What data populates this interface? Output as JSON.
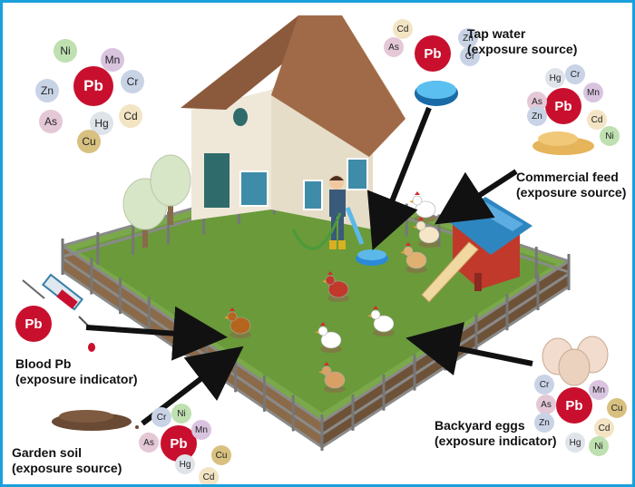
{
  "labels": {
    "tap_water": [
      "Tap water",
      "(exposure source)"
    ],
    "commercial_feed": [
      "Commercial feed",
      "(exposure source)"
    ],
    "blood_pb": [
      "Blood Pb",
      "(exposure indicator)"
    ],
    "garden_soil": [
      "Garden soil",
      "(exposure source)"
    ],
    "backyard_eggs": [
      "Backyard eggs",
      "(exposure indicator)"
    ]
  },
  "element_clusters": {
    "top_left": [
      "Ni",
      "Mn",
      "Zn",
      "Pb",
      "Cr",
      "As",
      "Hg",
      "Cd",
      "Cu"
    ],
    "tap_water": [
      "Cd",
      "As",
      "Pb",
      "Zn",
      "Cr"
    ],
    "commercial_feed": [
      "Cr",
      "Hg",
      "As",
      "Pb",
      "Mn",
      "Zn",
      "Cd",
      "Ni"
    ],
    "blood": [
      "Pb"
    ],
    "garden_soil": [
      "Cr",
      "Ni",
      "As",
      "Pb",
      "Mn",
      "Hg",
      "Cu",
      "Cd"
    ],
    "backyard_eggs": [
      "Cr",
      "Mn",
      "As",
      "Pb",
      "Cu",
      "Zn",
      "Cd",
      "Hg",
      "Ni"
    ]
  },
  "colors": {
    "border": "#1aa0dc",
    "pb": "#c8102e",
    "grass": "#6a9a3a",
    "roof": "#8b5a3c",
    "coop": "#c0392b",
    "coop_roof": "#2e86c1",
    "arrow": "#111111",
    "element_tints": {
      "Ni": "#bfe0b0",
      "Mn": "#d9c4e0",
      "Zn": "#c9d3e6",
      "Cr": "#c9d3e6",
      "As": "#e4c8d6",
      "Hg": "#dfe4ea",
      "Cd": "#f3e4c4",
      "Cu": "#d8c080"
    }
  }
}
